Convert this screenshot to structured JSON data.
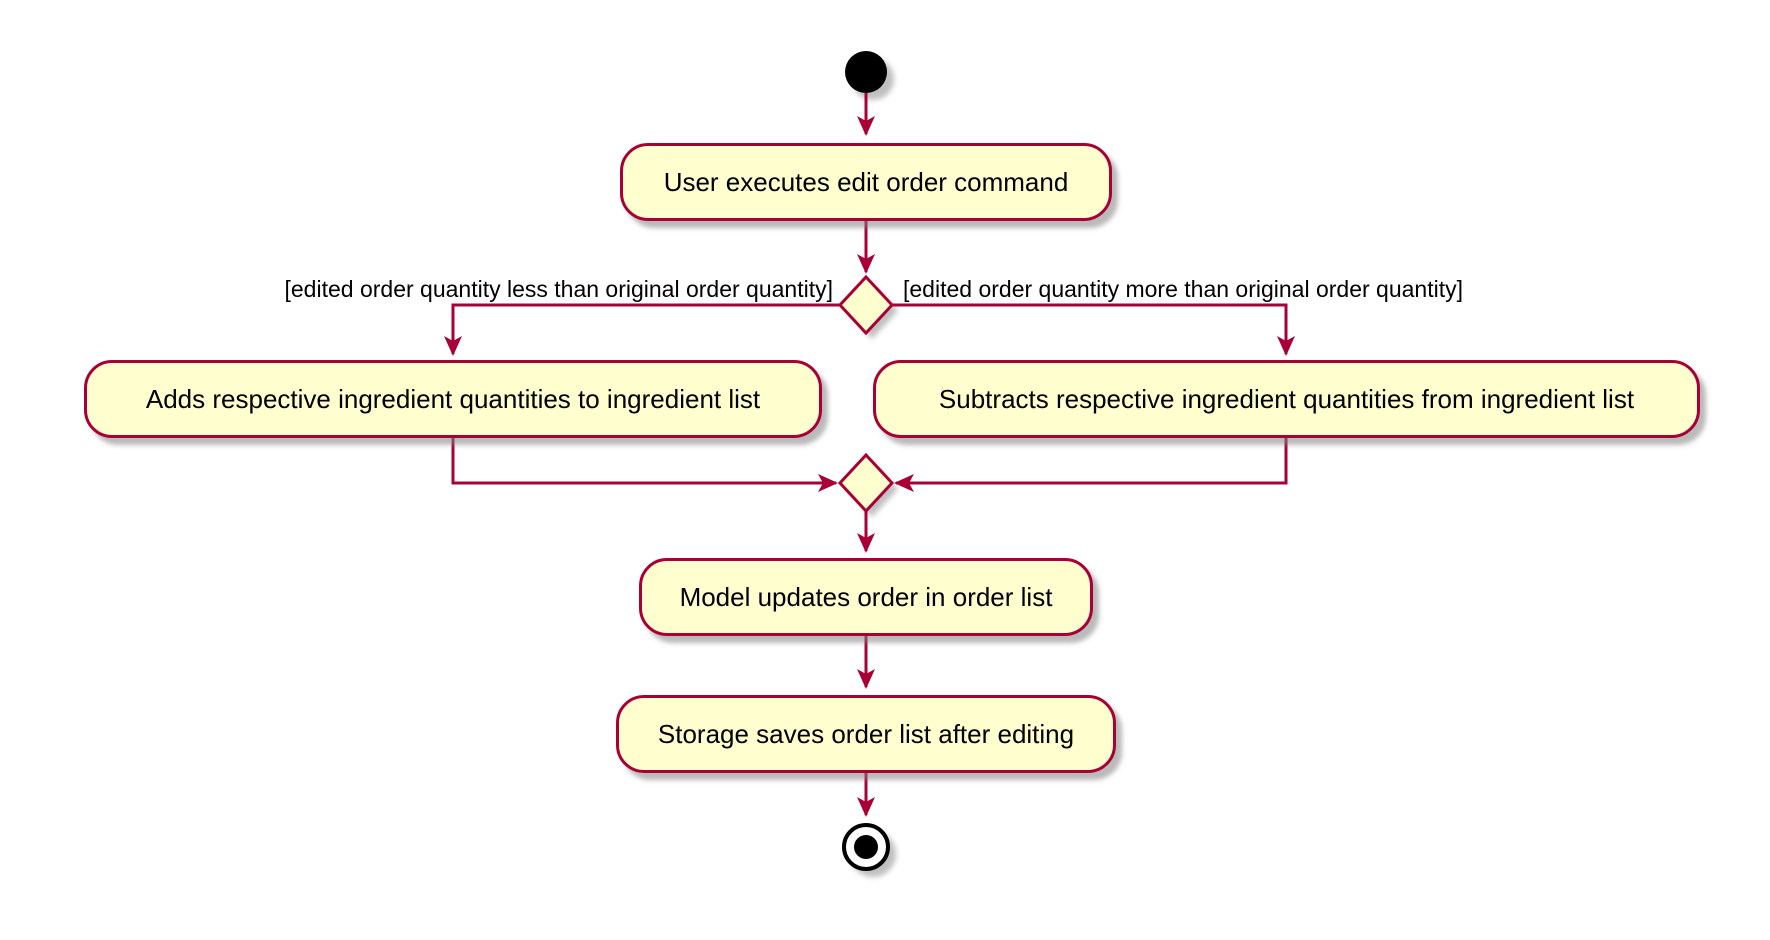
{
  "diagram": {
    "type": "activity-flowchart",
    "colors": {
      "background": "#FFFFFF",
      "node_fill": "#FEFECE",
      "node_border": "#A80036",
      "arrow": "#A80036",
      "text": "#000000",
      "terminal_node": "#000000",
      "shadow": "#9E9E9E"
    },
    "nodes": {
      "start": "start-circle",
      "end": "end-circle",
      "branch": "decision-diamond",
      "merge": "merge-diamond"
    },
    "activities": [
      {
        "id": "execute",
        "label": "User executes edit order command"
      },
      {
        "id": "adds",
        "label": "Adds respective ingredient quantities to ingredient list"
      },
      {
        "id": "subtracts",
        "label": "Subtracts respective ingredient quantities from ingredient list"
      },
      {
        "id": "model",
        "label": "Model updates order in order list"
      },
      {
        "id": "storage",
        "label": "Storage saves order list after editing"
      }
    ],
    "guards": {
      "left": "[edited order quantity less than original order quantity]",
      "right": "[edited order quantity more than original order quantity]"
    }
  }
}
